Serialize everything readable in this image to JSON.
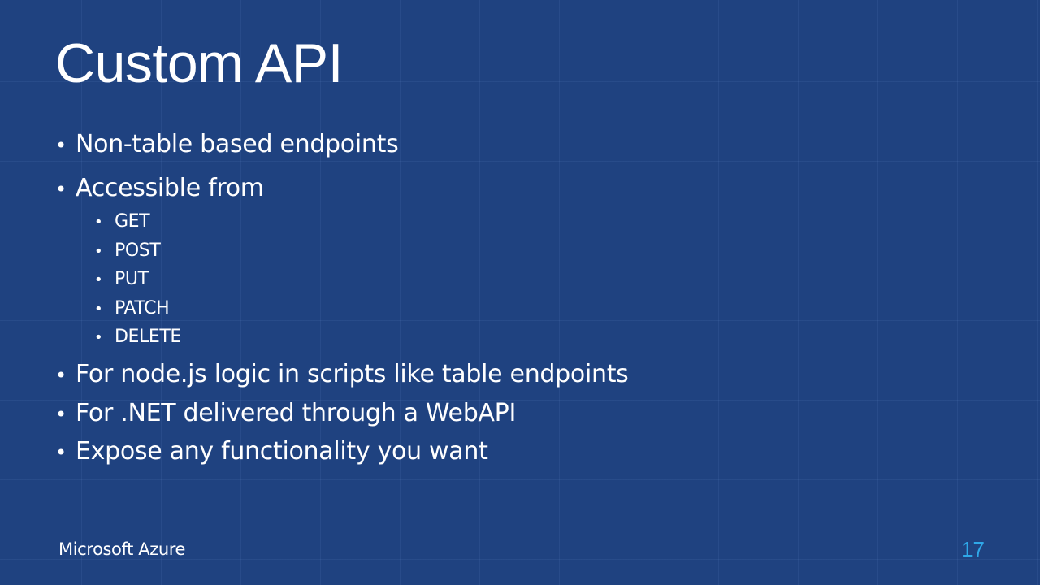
{
  "slide": {
    "title": "Custom API",
    "bullet_symbol": "•",
    "bullets": [
      {
        "text": "Non-table based endpoints"
      },
      {
        "text": "Accessible from",
        "sub_items": [
          "GET",
          "POST",
          "PUT",
          "PATCH",
          "DELETE"
        ]
      },
      {
        "text": "For node.js logic in scripts like table endpoints"
      },
      {
        "text": "For .NET delivered through a WebAPI"
      },
      {
        "text": "Expose any functionality you want"
      }
    ],
    "footer": {
      "brand": "Microsoft Azure",
      "page_number": "17"
    }
  },
  "colors": {
    "background": "#1f4280",
    "text": "#ffffff",
    "page_number": "#2fa8e8"
  }
}
